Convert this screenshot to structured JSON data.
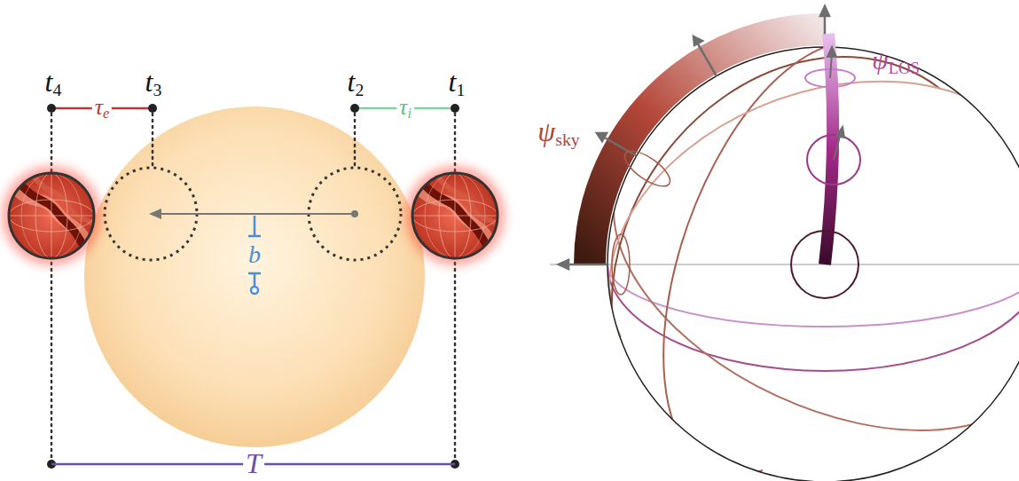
{
  "diagram": {
    "labels": [
      "t4",
      "τe",
      "t3",
      "t2",
      "τi",
      "t1",
      "b",
      "T",
      "ψsky",
      "ψLOS"
    ]
  }
}
